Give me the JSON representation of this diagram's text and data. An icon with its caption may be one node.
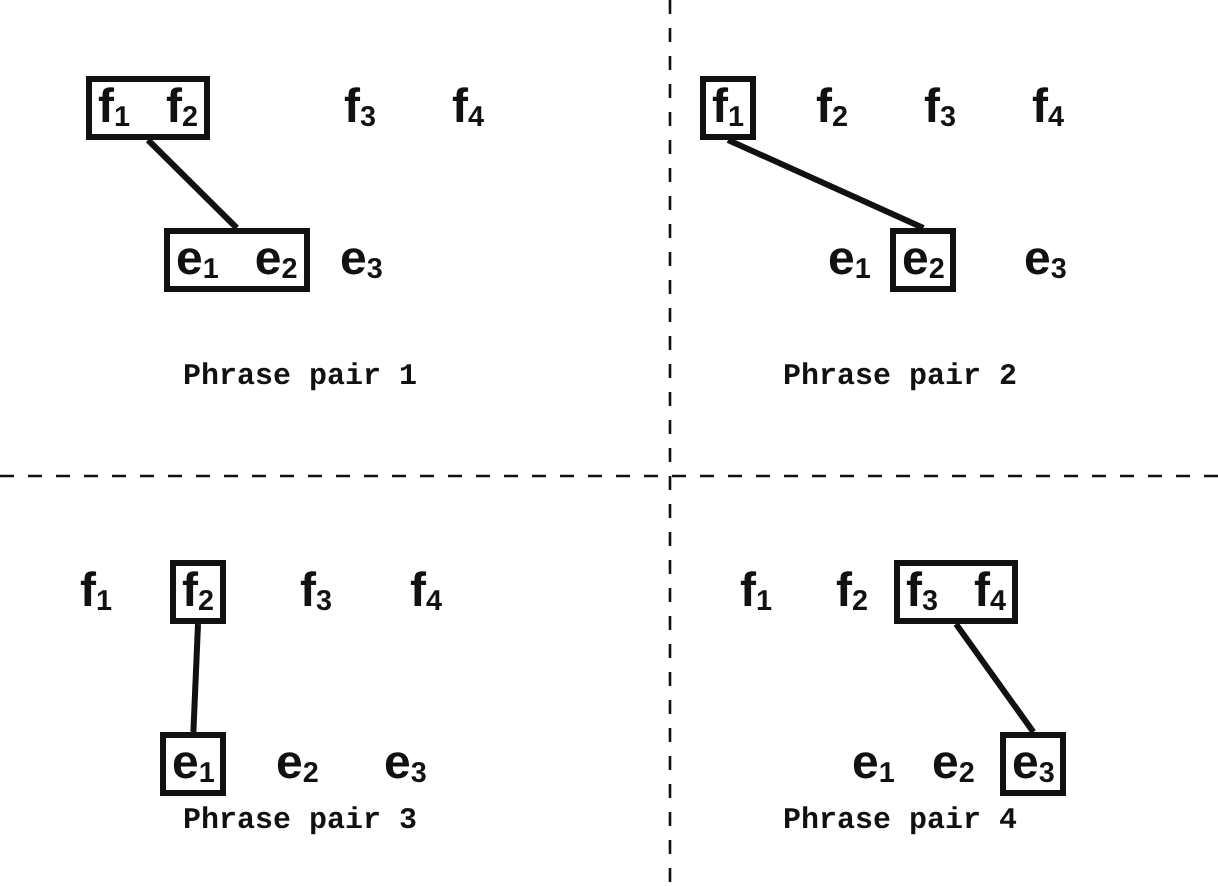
{
  "diagram": {
    "nodes": [
      {
        "text": [
          "f$_{1}$",
          "f$_{2}$"
        ]
      },
      {
        "text": [
          "e$_{1}$",
          "e$_{2}$"
        ]
      },
      {
        "text": [
          "f$_{1}$"
        ]
      },
      {
        "text": [
          "e$_{2}$"
        ]
      },
      {
        "text": [
          "f$_{2}$"
        ]
      },
      {
        "text": [
          "e$_{1}$"
        ]
      },
      {
        "text": [
          "f$_{3}$",
          "f$_{4}$"
        ]
      },
      {
        "text": [
          "e$_{3}$"
        ]
      }
    ],
    "edges": [
      {
        "from": 0,
        "to": 1,
        "arrow": "none"
      },
      {
        "from": 2,
        "to": 3,
        "arrow": "none"
      },
      {
        "from": 4,
        "to": 5,
        "arrow": "none"
      },
      {
        "from": 6,
        "to": 7,
        "arrow": "none"
      }
    ],
    "labels": [
      "f$_{3}$",
      "f$_{4}$",
      "e$_{3}$",
      "Phrase pair 1",
      "f$_{2}$",
      "f$_{3}$",
      "f$_{4}$",
      "e$_{1}$",
      "e$_{3}$",
      "Phrase pair 2",
      "f$_{1}$",
      "f$_{3}$",
      "f$_{4}$",
      "e$_{2}$",
      "e$_{3}$",
      "Phrase pair 3",
      "f$_{1}$",
      "f$_{2}$",
      "e$_{1}$",
      "e$_{2}$",
      "Phrase pair 4"
    ]
  }
}
